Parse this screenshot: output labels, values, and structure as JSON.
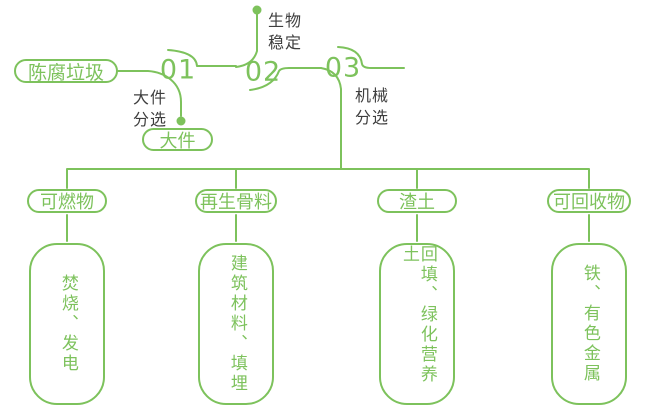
{
  "colors": {
    "green": "#7dc25c",
    "dark_text": "#3e3e3e",
    "background": "#ffffff"
  },
  "source": {
    "label": "陈腐垃圾"
  },
  "steps": [
    {
      "number": "01",
      "label": "大件\n分选",
      "output_label": "大件"
    },
    {
      "number": "02",
      "label": "生物\n稳定"
    },
    {
      "number": "03",
      "label": "机械\n分选"
    }
  ],
  "branches": [
    {
      "category": "可燃物",
      "detail": "焚烧、发电"
    },
    {
      "category": "再生骨料",
      "detail": "建筑材料、填埋"
    },
    {
      "category": "渣土",
      "detail": "回填、绿化营养土"
    },
    {
      "category": "可回收物",
      "detail": "铁、有色金属"
    }
  ]
}
